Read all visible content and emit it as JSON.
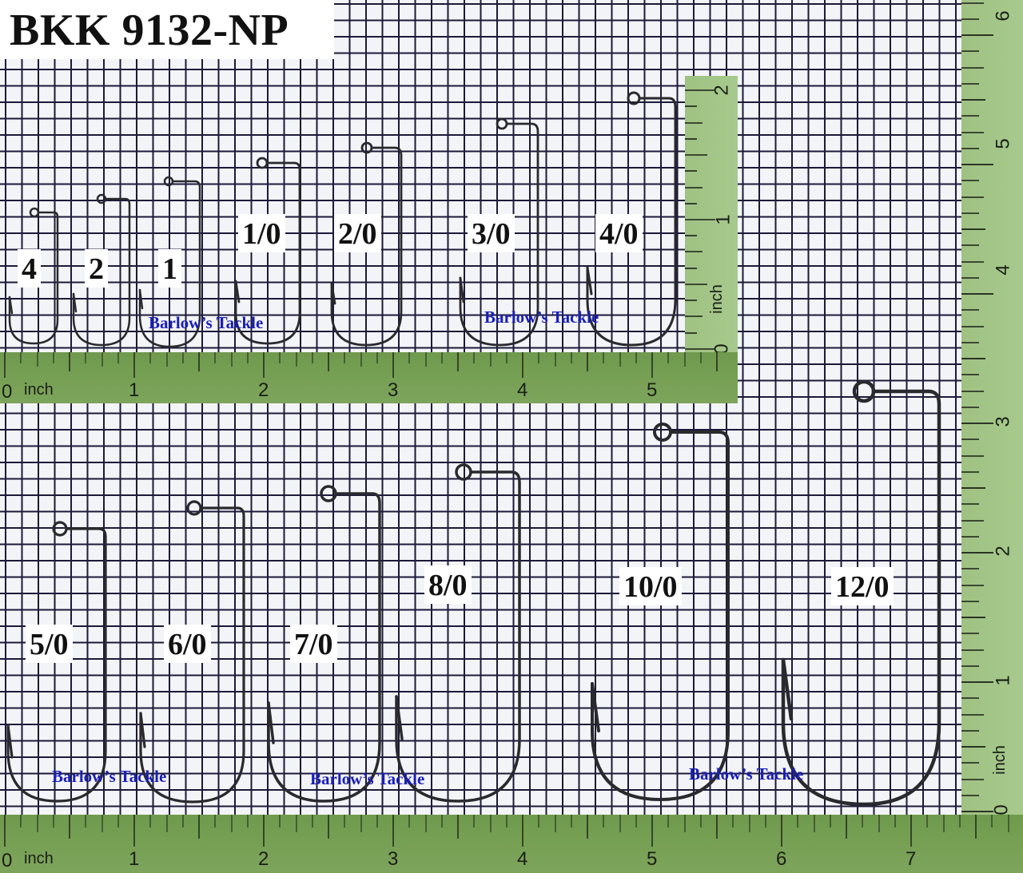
{
  "title": "BKK 9132-NP",
  "watermark": "Barlow’s Tackle",
  "colors": {
    "grid_line": "#1b1a3a",
    "paper": "#f3f4f7",
    "ruler_green_dark": "#759f53",
    "ruler_green_light": "#a3c689",
    "hook": "#2a2a2e",
    "watermark": "#1a1fb8"
  },
  "top_section": {
    "sizes": [
      "4",
      "2",
      "1",
      "1/0",
      "2/0",
      "3/0",
      "4/0"
    ],
    "horizontal_ruler": {
      "unit_label": "inch",
      "ticks": [
        "0",
        "1",
        "2",
        "3",
        "4",
        "5"
      ]
    },
    "vertical_ruler": {
      "unit_label": "inch",
      "ticks": [
        "0",
        "1",
        "2"
      ]
    }
  },
  "bottom_section": {
    "sizes": [
      "5/0",
      "6/0",
      "7/0",
      "8/0",
      "10/0",
      "12/0"
    ],
    "horizontal_ruler": {
      "unit_label": "inch",
      "ticks": [
        "0",
        "1",
        "2",
        "3",
        "4",
        "5",
        "6",
        "7"
      ]
    },
    "vertical_ruler": {
      "unit_label": "inch",
      "ticks": [
        "0",
        "1",
        "2",
        "3",
        "4",
        "5",
        "6"
      ]
    }
  }
}
